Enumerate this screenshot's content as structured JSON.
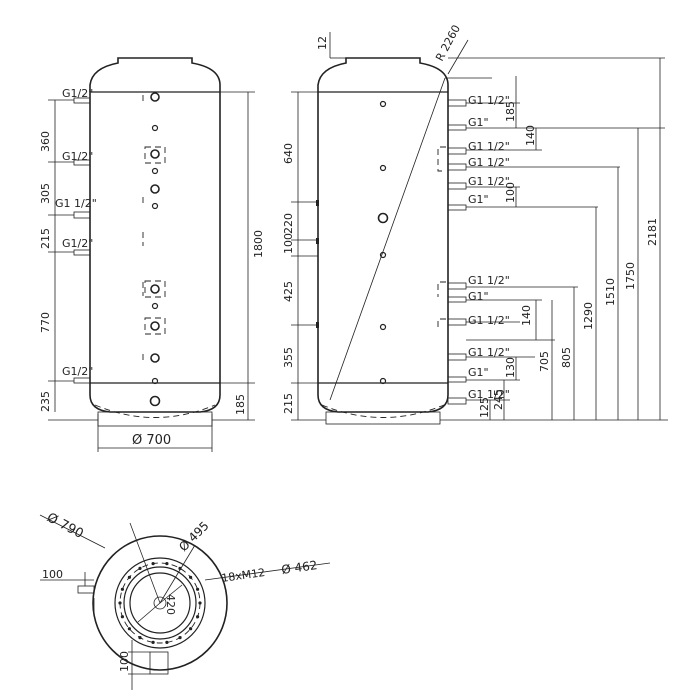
{
  "front_view": {
    "left_dims": [
      "360",
      "305",
      "215",
      "770",
      "235"
    ],
    "right_dims": [
      "1800",
      "185"
    ],
    "ports": [
      "G1/2\"",
      "G1/2\"",
      "G1 1/2\"",
      "G1/2\"",
      "G1/2\""
    ],
    "diameter": "Ø 700"
  },
  "side_view": {
    "top_dim": "12",
    "radius": "R 2260",
    "left_dims": [
      "640",
      "220",
      "100",
      "425",
      "355",
      "215"
    ],
    "ports": [
      "G1 1/2\"",
      "G1\"",
      "G1 1/2\"",
      "G1 1/2\"",
      "G1 1/2\"",
      "G1\"",
      "G1 1/2\"",
      "G1\"",
      "G1 1/2\"",
      "G1 1/2\"",
      "G1\"",
      "G1 1/2\""
    ],
    "right_small_dims": [
      "185",
      "140",
      "100",
      "140",
      "130",
      "245",
      "125"
    ],
    "right_heights": [
      "705",
      "805",
      "1290",
      "1510",
      "1750",
      "2181"
    ]
  },
  "top_view": {
    "outer_d": "Ø 790",
    "mid_d": "Ø 495",
    "bolts": "18xM12",
    "bolt_circle": "Ø 462",
    "inner": "420",
    "offset_left": "100",
    "offset_bottom": "100"
  }
}
